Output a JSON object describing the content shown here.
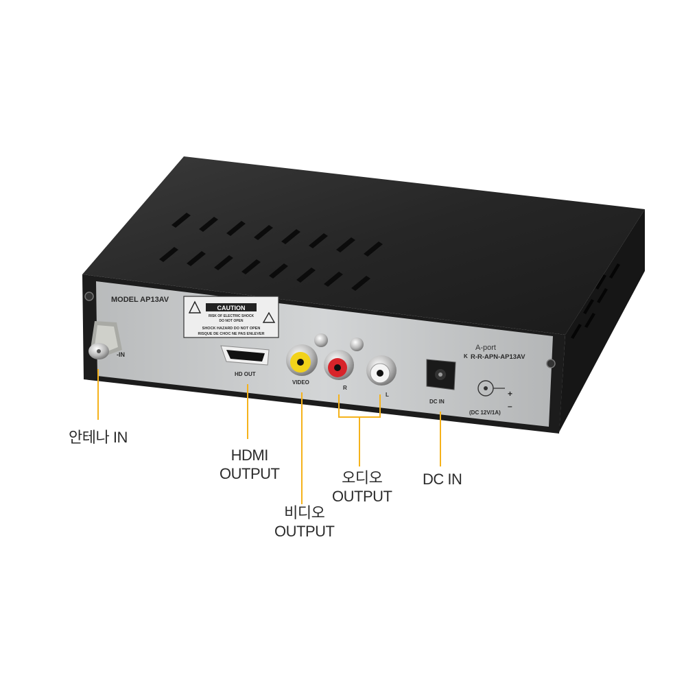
{
  "panel": {
    "model": "MODEL AP13AV",
    "caution_title": "CAUTION",
    "caution_line1": "RISK OF ELECTRIC SHOCK",
    "caution_line2": "DO NOT OPEN",
    "shock_line1": "SHOCK HAZARD DO NOT OPEN",
    "shock_line2": "RISQUE DE CHOC NE PAS ENLEVER",
    "antenna_label": "-IN",
    "hdmi_label": "HD OUT",
    "video_label": "VIDEO",
    "audio_r_label": "R",
    "audio_l_label": "L",
    "dc_label": "DC IN",
    "brand": "A-port",
    "cert": "R-R-APN-AP13AV",
    "power_spec": "(DC 12V/1A)",
    "plus": "+",
    "minus": "–"
  },
  "callouts": {
    "antenna": "안테나 IN",
    "hdmi_line1": "HDMI",
    "hdmi_line2": "OUTPUT",
    "video_line1": "비디오",
    "video_line2": "OUTPUT",
    "audio_line1": "오디오",
    "audio_line2": "OUTPUT",
    "dc": "DC IN"
  },
  "colors": {
    "leader_line": "#f5b21a",
    "case": "#1e1e1e",
    "panel": "#c9cbcc",
    "video_jack": "#f2d21a",
    "audio_r_jack": "#d8242a",
    "audio_l_jack": "#f4f4f4"
  }
}
